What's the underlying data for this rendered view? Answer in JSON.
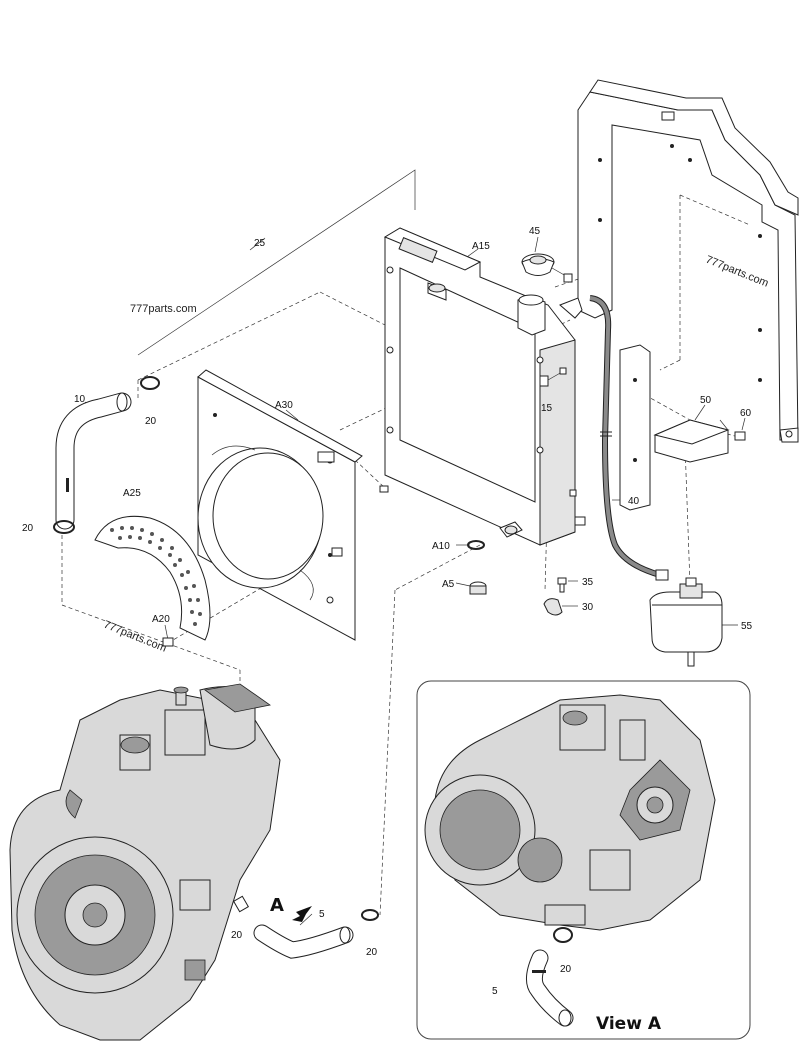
{
  "watermarks": [
    "777parts.com",
    "777parts.com",
    "777parts.com"
  ],
  "callouts": {
    "c25": "25",
    "c10": "10",
    "c20a": "20",
    "c20b": "20",
    "c20c": "20",
    "c20d": "20",
    "c20e": "20",
    "a15": "A15",
    "c45": "45",
    "a30": "A30",
    "c15": "15",
    "c50": "50",
    "c60": "60",
    "a25": "A25",
    "c40": "40",
    "a10": "A10",
    "c35": "35",
    "a5": "A5",
    "c30": "30",
    "c55": "55",
    "a20": "A20",
    "c5a": "5",
    "c5b": "5"
  },
  "view_marker": "A",
  "inset_title": "View A"
}
